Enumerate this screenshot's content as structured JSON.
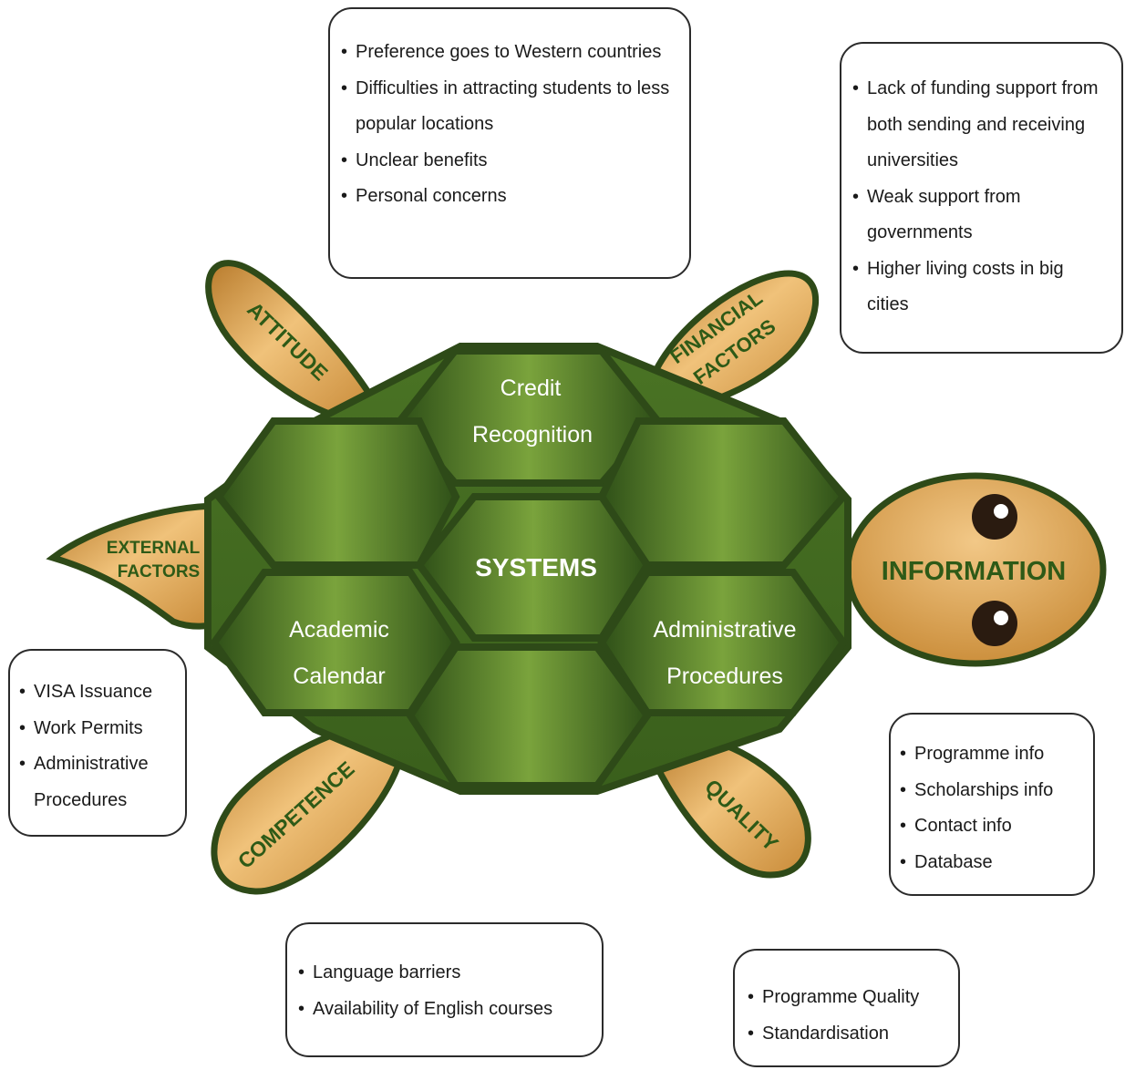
{
  "shell": {
    "top": [
      "Credit",
      "Recognition"
    ],
    "center": "SYSTEMS",
    "left": [
      "Academic",
      "Calendar"
    ],
    "right": [
      "Administrative",
      "Procedures"
    ]
  },
  "head": {
    "label": "INFORMATION"
  },
  "legs": {
    "front_left": "ATTITUDE",
    "front_right": [
      "FINANCIAL",
      "FACTORS"
    ],
    "back_left": "COMPETENCE",
    "back_right": "QUALITY",
    "tail": [
      "EXTERNAL",
      "FACTORS"
    ]
  },
  "boxes": {
    "attitude": [
      "Preference goes to Western countries",
      "Difficulties in attracting students to less popular locations",
      "Unclear benefits",
      "Personal concerns"
    ],
    "financial": [
      "Lack of funding support from both sending and receiving universities",
      "Weak support from governments",
      "Higher living costs in big cities"
    ],
    "external": [
      "VISA Issuance",
      "Work Permits",
      "Administrative Procedures"
    ],
    "information": [
      "Programme info",
      "Scholarships info",
      "Contact info",
      "Database"
    ],
    "competence": [
      "Language barriers",
      "Availability of English courses"
    ],
    "quality": [
      "Programme Quality",
      "Standardisation"
    ]
  },
  "colors": {
    "shell_dark": "#2f4f17",
    "shell_light": "#6f9a34",
    "shell_outline": "#2e4a18",
    "limb_fill": "#d9a04e",
    "limb_outline": "#2e4a18",
    "limb_text": "#2e5a17",
    "shell_text": "#ffffff"
  }
}
